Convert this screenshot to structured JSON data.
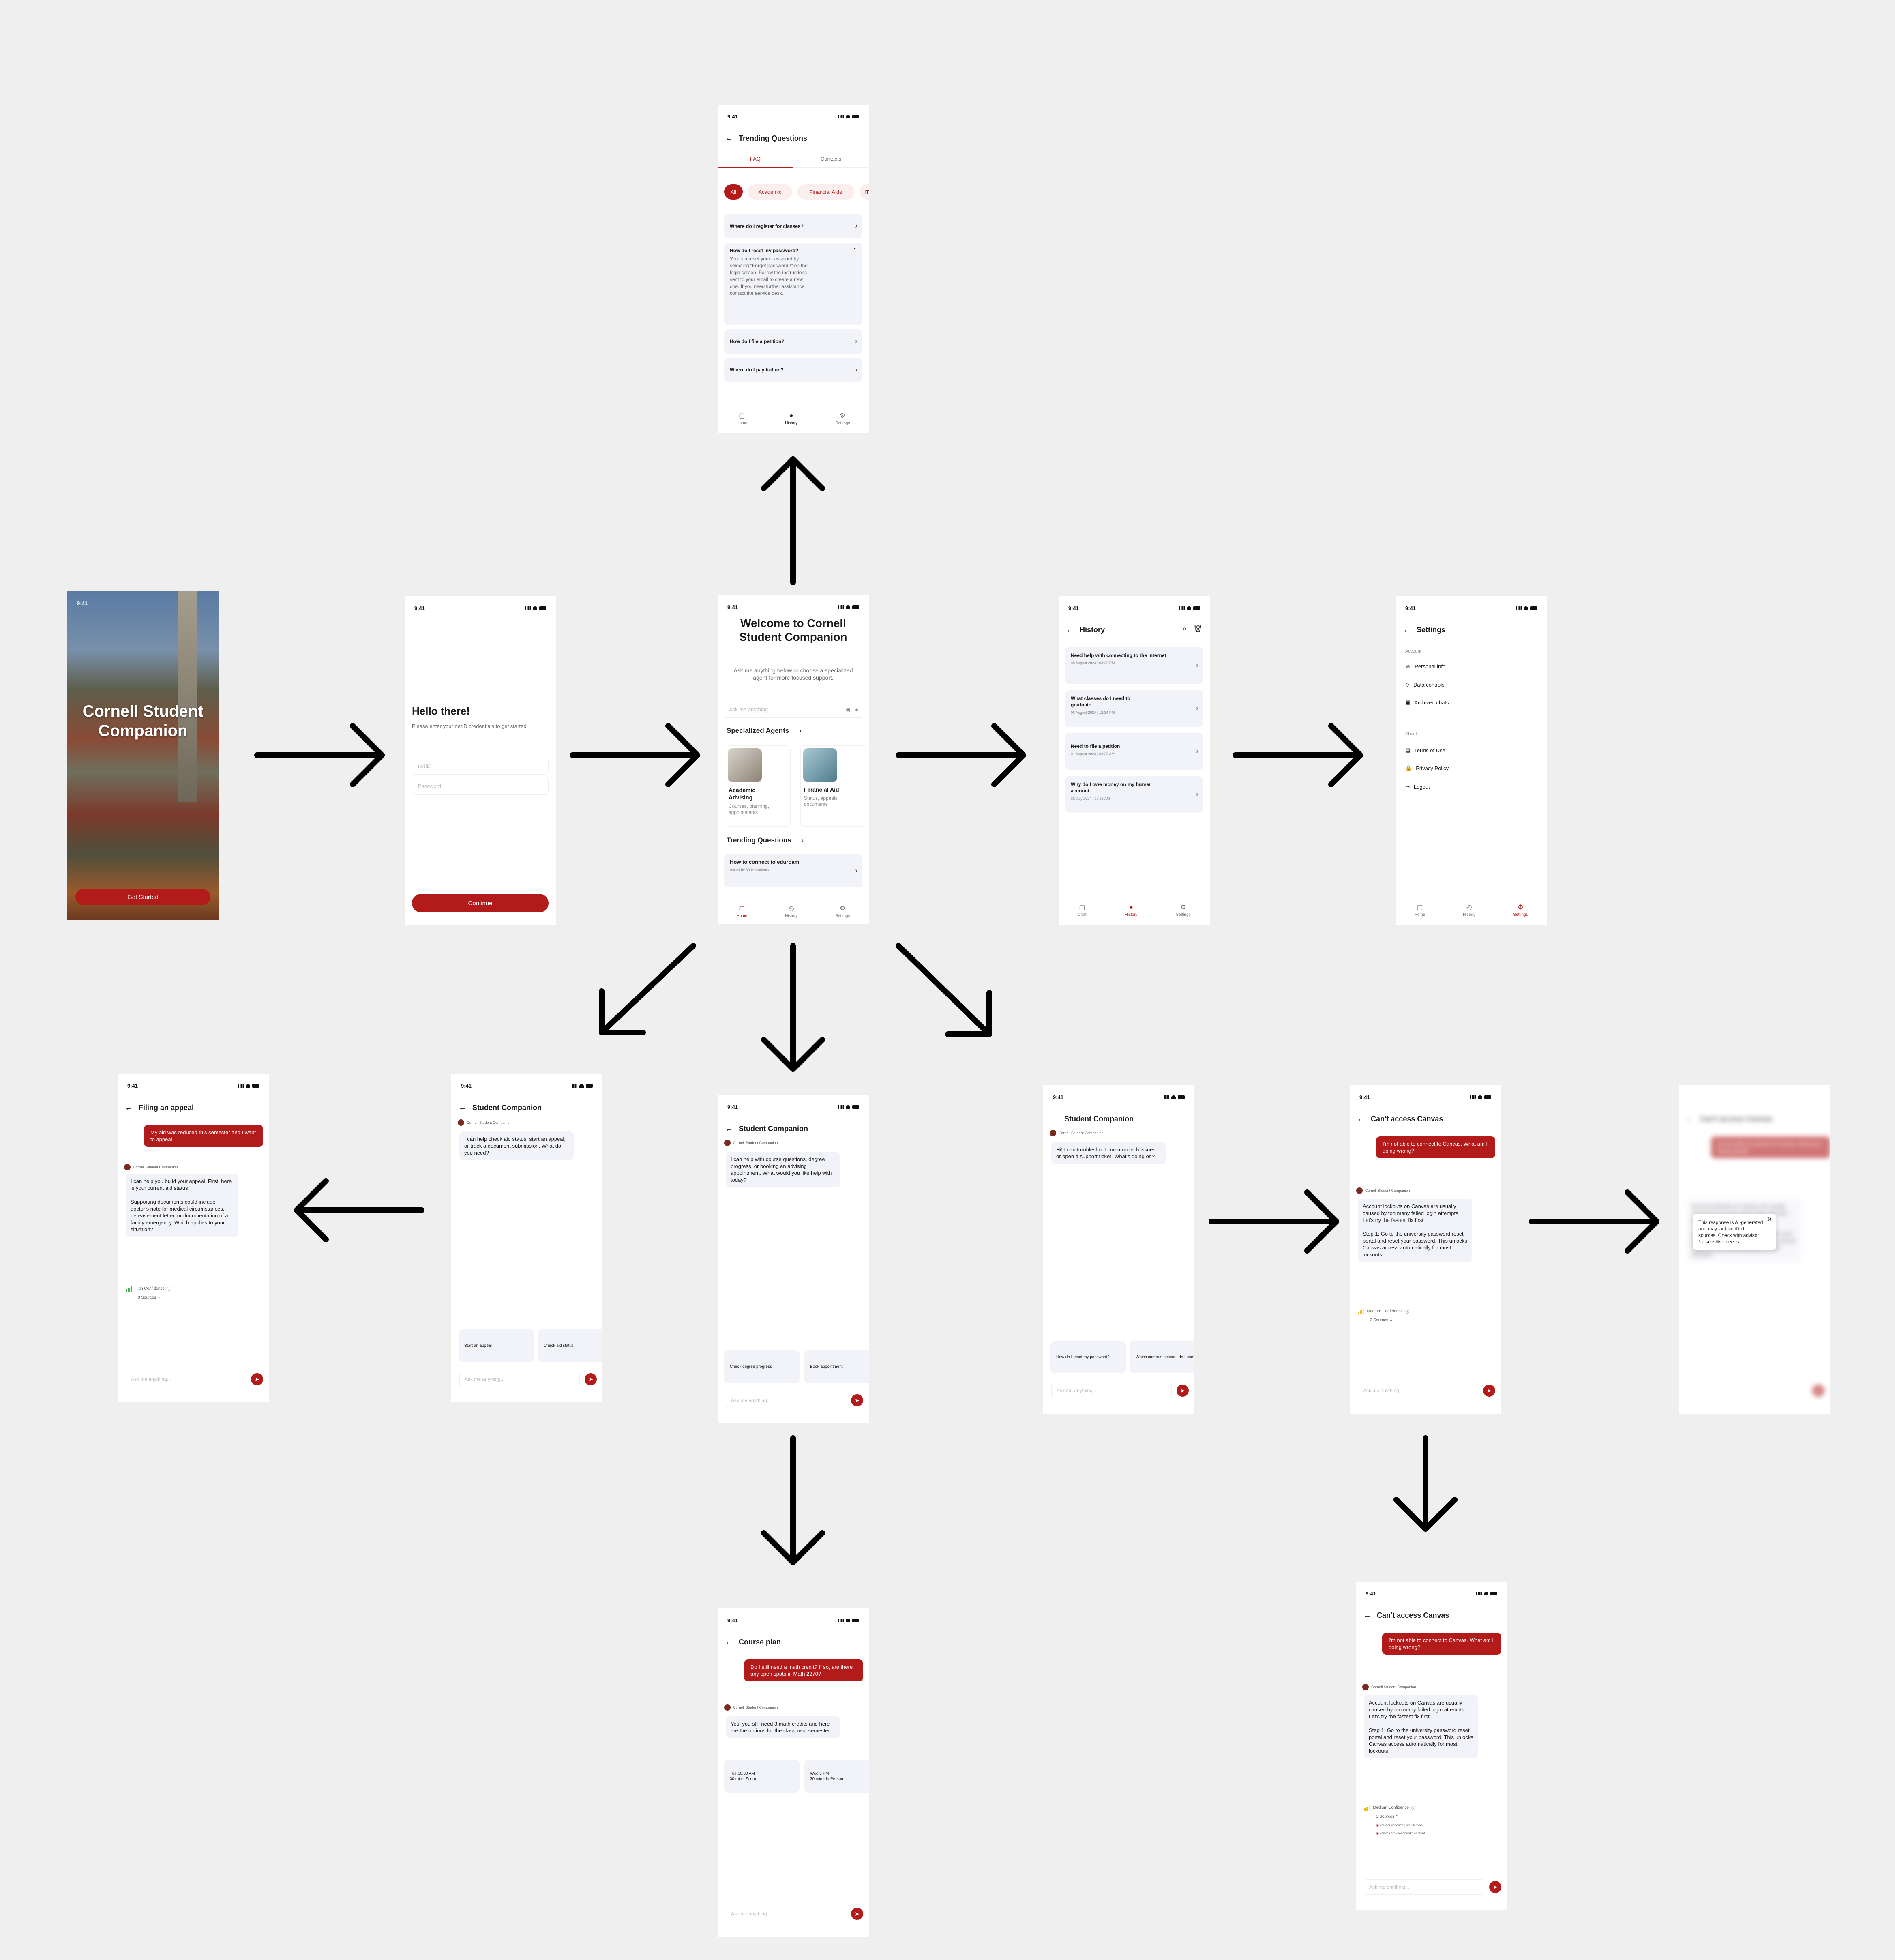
{
  "status_time": "9:41",
  "colors": {
    "accent": "#b31b1b",
    "background": "#efefef",
    "bubble": "#f2f3f8"
  },
  "splash": {
    "title": "Cornell Student Companion",
    "button": "Get Started"
  },
  "login": {
    "title": "Hello there!",
    "subtitle": "Please enter your netID credentials to get started.",
    "netid_placeholder": "netID",
    "password_placeholder": "Password",
    "button": "Continue"
  },
  "home": {
    "title": "Welcome to Cornell Student Companion",
    "subtitle": "Ask me anything below or choose a specialized agent for more focused support.",
    "search_placeholder": "Ask me anything...",
    "agents_heading": "Specialized Agents",
    "agents": [
      {
        "name": "Academic Advising",
        "desc": "Courses, planning, appointments"
      },
      {
        "name": "Financial Aid",
        "desc": "Status, appeals, documents"
      }
    ],
    "trending_heading": "Trending Questions",
    "trending_card": {
      "title": "How to connect to eduroam",
      "meta": "Asked by 300+ students"
    }
  },
  "nav": {
    "home": "Home",
    "history": "History",
    "settings": "Settings",
    "chat": "Chat"
  },
  "faq": {
    "title": "Trending Questions",
    "tabs": [
      "FAQ",
      "Contacts"
    ],
    "filters": [
      "All",
      "Academic",
      "Financial Aide",
      "IT"
    ],
    "items": [
      {
        "q": "Where do I register for classes?"
      },
      {
        "q": "How do I reset my password?",
        "a": "You can reset your password by selecting \"Forgot password?\" on the login screen. Follow the instructions sent to your email to create a new one. If you need further assistance, contact the service desk."
      },
      {
        "q": "How do I file a petition?"
      },
      {
        "q": "Where do I pay tuition?"
      }
    ]
  },
  "history": {
    "title": "History",
    "items": [
      {
        "title": "Need help with connecting to the internet",
        "date": "08 August 2024 | 03:23 PM"
      },
      {
        "title": "What classes do I need to graduate",
        "date": "06 August 2024 | 12:34 PM"
      },
      {
        "title": "Need to file a petition",
        "date": "01 August 2024 | 03:23 AM"
      },
      {
        "title": "Why do I owe money on my bursar account",
        "date": "02 July 2024 | 09:33 AM"
      }
    ]
  },
  "settings": {
    "title": "Settings",
    "account_heading": "Account",
    "account_items": [
      "Personal info",
      "Data controls",
      "Archived chats"
    ],
    "about_heading": "About",
    "about_items": [
      "Terms of Use",
      "Privacy Policy",
      "Logout"
    ]
  },
  "bot_name": "Cornell Student Companion",
  "input_placeholder": "Ask me anything...",
  "appeal": {
    "title": "Filing an appeal",
    "user_msg": "My aid was reduced this semester and I want to appeal",
    "bot_msg": "I can help you build your appeal. First, here is your current aid status.\n\nSupporting documents could include doctor's note for medical circumstances, bereavement letter, or documentation of a family emergency. Which applies to your situation?",
    "confidence": "High Confidence",
    "sources": "3 Sources"
  },
  "finaid": {
    "title": "Student Companion",
    "bot_msg": "I can help check aid status, start an appeal, or track a document submission. What do you need?",
    "chips": [
      "Start an appeal",
      "Check aid status"
    ]
  },
  "academic": {
    "title": "Student Companion",
    "bot_msg": "I can help with course questions, degree progress, or booking an advising appointment. What would you like help with today?",
    "chips": [
      "Check degree progress",
      "Book appointment"
    ]
  },
  "it": {
    "title": "Student Companion",
    "bot_msg": "Hi! I can troubleshoot common tech issues or open a support ticket. What's going on?",
    "chips": [
      "How do I reset my password?",
      "Which campus network do I use?"
    ]
  },
  "canvas": {
    "title": "Can't access Canvas",
    "user_msg": "I'm not able to connect to Canvas. What am I doing wrong?",
    "bot_msg": "Account lockouts on Canvas are usually caused by too many failed login attempts. Let's try the fastest fix first.\n\nStep 1: Go to the university password reset portal and reset your password. This unlocks Canvas access automatically for most lockouts.",
    "confidence": "Medium Confidence",
    "sources": "3 Sources",
    "source_links": [
      "cmseducation/registerCanvas",
      "canvas.edu/handbook/I.content"
    ],
    "tooltip": "This response is AI-generated and may lack verified sources. Check with advisor for sensitive needs."
  },
  "course": {
    "title": "Course plan",
    "user_msg": "Do I still need a math credit? If so, are there any open spots in Math 2270?",
    "bot_msg": "Yes, you still need 3 math credits and here are the options for the class next semester.",
    "options": [
      {
        "time": "Tue 10:30 AM",
        "info": "30 min - Zoom"
      },
      {
        "time": "Wed 3 PM",
        "info": "30 min - In Person"
      }
    ]
  }
}
